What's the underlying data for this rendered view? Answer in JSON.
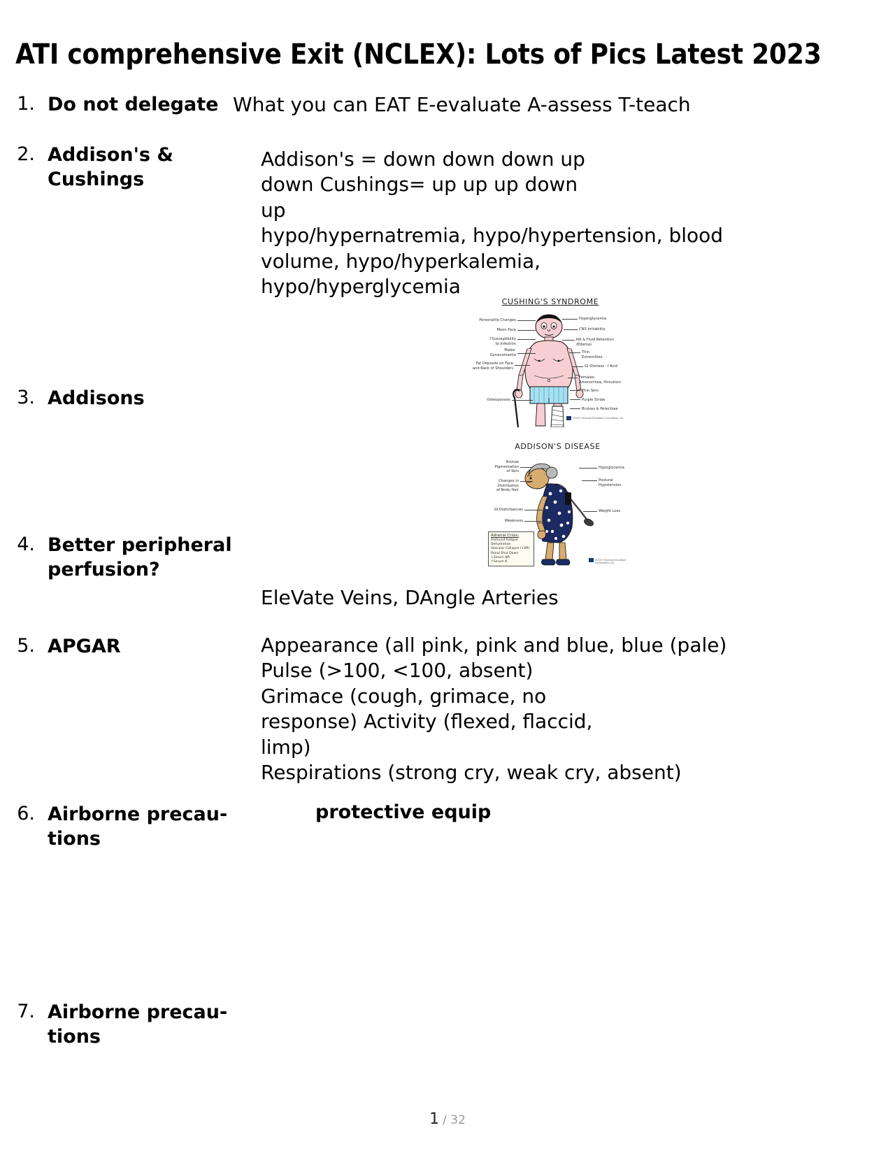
{
  "document": {
    "title": "ATI comprehensive Exit (NCLEX): Lots of Pics Latest 2023"
  },
  "items": [
    {
      "num": "1.",
      "term": "Do not delegate",
      "definition": "What you can EAT E-evaluate A-assess T-teach"
    },
    {
      "num": "2.",
      "term": "Addison's\n& Cushings",
      "definition": "Addison's = down down down up\ndown Cushings= up up up down\nup\nhypo/hypernatremia, hypo/hypertension, blood\nvolume, hypo/hyperkalemia,\nhypo/hyperglycemia"
    },
    {
      "num": "3.",
      "term": "Addisons",
      "definition": ""
    },
    {
      "num": "4.",
      "term": "Better\nperipheral\nperfusion?",
      "definition": "EleVate Veins, DAngle Arteries"
    },
    {
      "num": "5.",
      "term": "APGAR",
      "definition": "Appearance (all pink, pink and blue, blue (pale)\nPulse (>100, <100, absent)\nGrimace (cough, grimace, no\nresponse) Activity (flexed, flaccid,\nlimp)\nRespirations (strong cry, weak cry, absent)"
    },
    {
      "num": "6.",
      "term": "Airborne\nprecau- tions",
      "definition": "protective equip"
    },
    {
      "num": "7.",
      "term": "Airborne\nprecau- tions",
      "definition": ""
    }
  ],
  "figures": {
    "cushings": {
      "title": "CUSHING'S SYNDROME",
      "labels_left": [
        "Personality Changes",
        "Moon Face",
        "↑Susceptibility\nto Infection",
        "Males:\nGynecomastia",
        "Fat Deposits on Face\nand Back of Shoulders",
        "Osteoporosis"
      ],
      "labels_right": [
        "Hyperglycemia",
        "CNS Irritability",
        "NA & Fluid Retention\n(Edema)",
        "Thin\nExtremities",
        "GI Distress -↑Acid",
        "Females:\nAmenorrhea, Hirsutism",
        "Thin Skin",
        "Purple Striae",
        "Bruises & Petechiae"
      ],
      "copyright": "©2017 Nursing Education Consultants, Inc."
    },
    "addisons": {
      "title": "ADDISON'S DISEASE",
      "labels_left": [
        "Bronze\nPigmentation\nof Skin",
        "Changes in\nDistribution\nof Body Hair",
        "GI Disturbances",
        "Weakness"
      ],
      "labels_right": [
        "Hypoglycemia",
        "Postural\nHypotension",
        "Weight Loss"
      ],
      "crisis": {
        "title": "Adrenal Crisis:",
        "items": [
          "Profound Fatigue",
          "Dehydration",
          "Vascular Collapse (↓BP)",
          "Renal Shut Down",
          "↓Serum NA",
          "↑Serum K"
        ]
      },
      "copyright": "©2017 Nursing Education Consultants, Inc."
    }
  },
  "footer": {
    "current_page": "1",
    "total_pages": "/ 32"
  },
  "colors": {
    "skin_pink": "#f7cfd2",
    "skin_tan": "#d8ab6e",
    "dress_navy": "#1b2a63",
    "shorts_blue": "#a8e0ef",
    "crisis_bg": "#fdfcf0",
    "page_num_gray": "#9a9a9a"
  }
}
